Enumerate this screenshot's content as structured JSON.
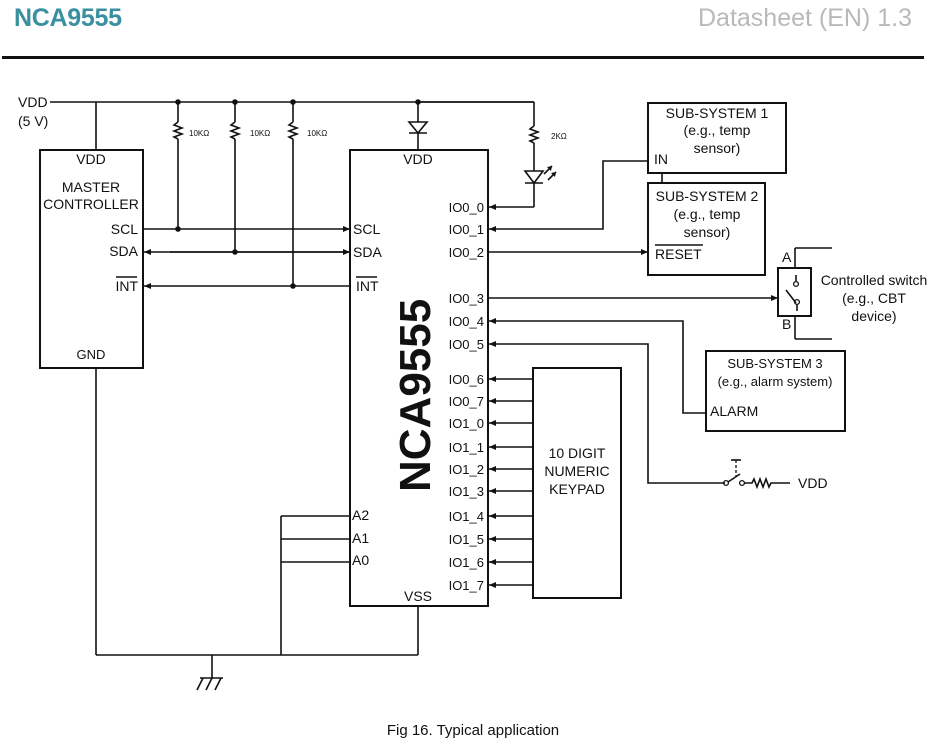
{
  "header": {
    "product": "NCA9555",
    "doc": "Datasheet (EN) 1.3"
  },
  "caption": "Fig 16. Typical application",
  "supply": {
    "label": "VDD",
    "voltage": "(5 V)"
  },
  "resistors": {
    "pullup": "10KΩ",
    "led": "2KΩ"
  },
  "master": {
    "vdd": "VDD",
    "title_line1": "MASTER",
    "title_line2": "CONTROLLER",
    "scl": "SCL",
    "sda": "SDA",
    "int": "INT",
    "gnd": "GND"
  },
  "chip": {
    "name": "NCA9555",
    "vdd": "VDD",
    "vss": "VSS",
    "left_pins": [
      "SCL",
      "SDA",
      "INT",
      "A2",
      "A1",
      "A0"
    ],
    "io_pins": [
      "IO0_0",
      "IO0_1",
      "IO0_2",
      "IO0_3",
      "IO0_4",
      "IO0_5",
      "IO0_6",
      "IO0_7",
      "IO1_0",
      "IO1_1",
      "IO1_2",
      "IO1_3",
      "IO1_4",
      "IO1_5",
      "IO1_6",
      "IO1_7"
    ]
  },
  "subsystem1": {
    "title": "SUB-SYSTEM 1",
    "desc1": "(e.g., temp",
    "desc2": "sensor)",
    "pin": "IN"
  },
  "subsystem2": {
    "title": "SUB-SYSTEM 2",
    "desc1": "(e.g., temp",
    "desc2": "sensor)",
    "pin": "RESET"
  },
  "switch": {
    "a": "A",
    "b": "B",
    "label1": "Controlled switch",
    "label2": "(e.g., CBT",
    "label3": "device)"
  },
  "subsystem3": {
    "title": "SUB-SYSTEM 3",
    "desc": "(e.g., alarm system)",
    "pin": "ALARM"
  },
  "keypad": {
    "line1": "10 DIGIT",
    "line2": "NUMERIC",
    "line3": "KEYPAD"
  },
  "pushbutton": {
    "supply": "VDD"
  }
}
